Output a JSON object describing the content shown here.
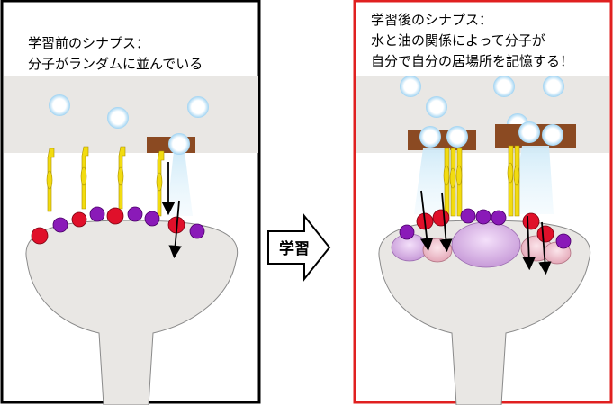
{
  "left_panel": {
    "caption_line1": "学習前のシナプス：",
    "caption_line2": "分子がランダムに並んでいる",
    "border_color": "#000000"
  },
  "right_panel": {
    "caption_line1": "学習後のシナプス：",
    "caption_line2": "水と油の関係によって分子が",
    "caption_line3": "自分で自分の居場所を記憶する！",
    "border_color": "#e02020"
  },
  "arrow": {
    "label": "学習"
  },
  "colors": {
    "vesicle": "#ffffff",
    "vesicle_glow": "#a8d8f0",
    "receptor_red": "#e0102a",
    "receptor_purple": "#8a1ab8",
    "channel_yellow": "#f2dc10",
    "release_site_brown": "#8b4a22",
    "lipid_raft": "#d9a8e8",
    "terminal_gray": "#e9e7e4"
  }
}
